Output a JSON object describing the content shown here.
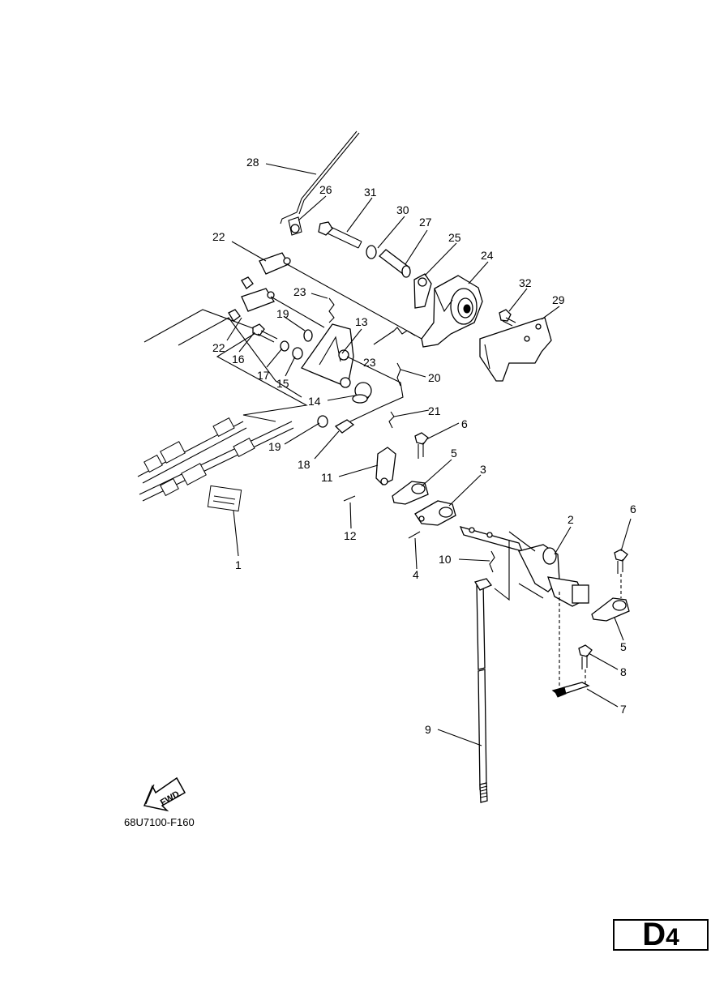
{
  "figure_code": "68U7100-F160",
  "page_code": {
    "letter": "D",
    "number": "4"
  },
  "fwd_label": "FWD",
  "callouts": [
    "1",
    "2",
    "3",
    "4",
    "5",
    "5",
    "6",
    "6",
    "7",
    "8",
    "9",
    "10",
    "11",
    "12",
    "13",
    "14",
    "15",
    "16",
    "17",
    "18",
    "19",
    "19",
    "20",
    "21",
    "22",
    "22",
    "23",
    "23",
    "24",
    "25",
    "26",
    "27",
    "28",
    "29",
    "30",
    "31",
    "32"
  ]
}
